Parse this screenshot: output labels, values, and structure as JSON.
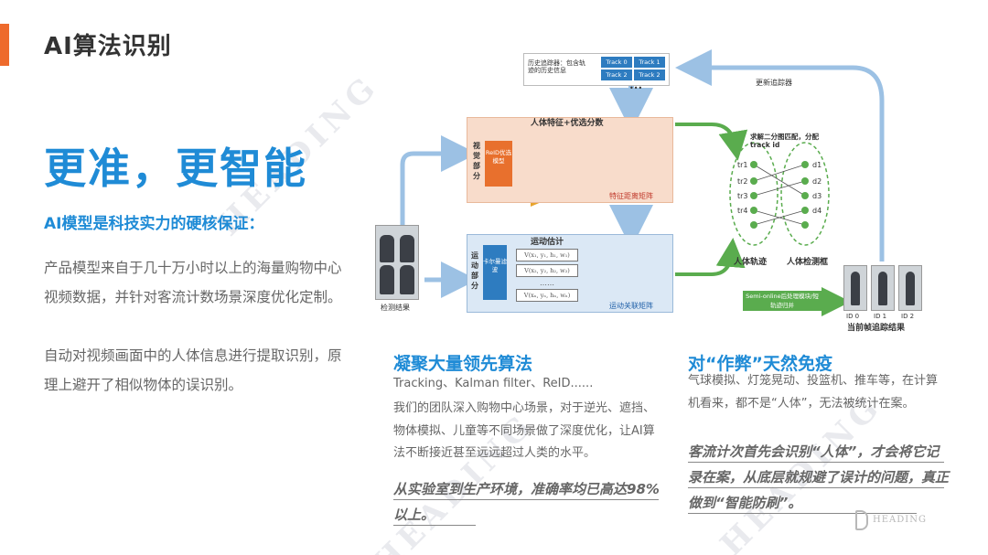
{
  "header": {
    "title": "AI算法识别"
  },
  "brand": {
    "name": "HEADING",
    "watermark": "HEADING"
  },
  "left": {
    "headline": "更准，更智能",
    "subhead": "AI模型是科技实力的硬核保证：",
    "para1": "产品模型来自于几十万小时以上的海量购物中心视频数据，并针对客流计数场景深度优化定制。",
    "para2": "自动对视频画面中的人体信息进行提取识别，原理上避开了相似物体的误识别。"
  },
  "diagram": {
    "history_label": "历史追踪器：包含轨迹的历史信息",
    "tracks": [
      "Track 0",
      "Track 1",
      "Track 2",
      "Track 2"
    ],
    "history_dots": "•••",
    "update_label": "更新追踪器",
    "visual_side": "视觉部分",
    "reid_label": "ReID优选模型",
    "feature_label": "人体特征+优选分数",
    "feature_matrix_label": "特征距离矩阵",
    "motion_side": "运动部分",
    "kalman_label": "卡尔曼滤波",
    "motion_estimate_label": "运动估计",
    "equations": [
      "V(x₁, y₁, h₁, w₁)",
      "V(x₂, y₂, h₂, w₂)",
      "V(xₙ, yₙ, hₙ, wₙ)"
    ],
    "eq_dots": "……",
    "motion_matrix_label": "运动关联矩阵",
    "detect_label": "检测结果",
    "bipartite_label": "求解二分图匹配，分配track id",
    "tracks_nodes": [
      "tr1",
      "tr2",
      "tr3",
      "tr4"
    ],
    "det_nodes": [
      "d1",
      "d2",
      "d3",
      "d4"
    ],
    "trajectory_label": "人体轨迹",
    "detect_box_label": "人体检测框",
    "semi_online_label": "Semi-online后处理模块/短轨迹归并",
    "result_ids": [
      "ID 0",
      "ID 1",
      "ID 2"
    ],
    "result_label": "当前帧追踪结果"
  },
  "section_algo": {
    "title": "凝聚大量领先算法",
    "line1": "Tracking、Kalman filter、ReID......",
    "line2": "我们的团队深入购物中心场景，对于逆光、遮挡、物体模拟、儿童等不同场景做了深度优化，让AI算法不断接近甚至远远超过人类的水平。",
    "emphasis": "从实验室到生产环境，准确率均已高达98%以上。"
  },
  "section_cheat": {
    "title": "对“作弊”天然免疫",
    "line1": "气球模拟、灯笼晃动、投篮机、推车等，在计算机看来，都不是“人体”，无法被统计在案。",
    "emphasis": "客流计次首先会识别“人体”，才会将它记录在案，从底层就规避了误计的问题，真正做到“智能防刷”。"
  },
  "colors": {
    "accent": "#ee6a2c",
    "primary": "#1f8bd6",
    "grid_red": "#d83b3b",
    "grid_blue": "#3a7fd0",
    "green": "#5aac4e"
  }
}
